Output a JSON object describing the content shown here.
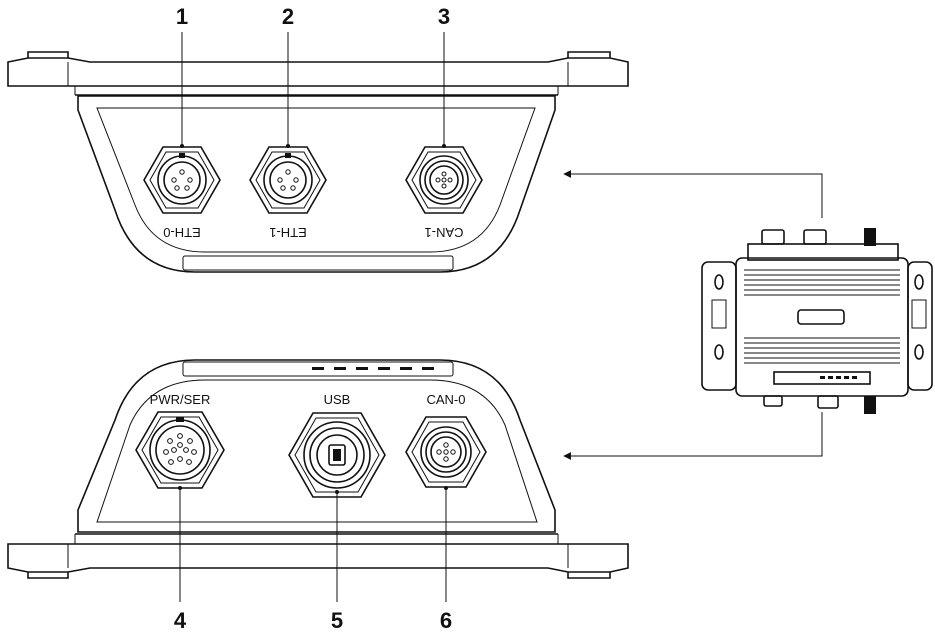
{
  "callouts": [
    "1",
    "2",
    "3",
    "4",
    "5",
    "6"
  ],
  "top_ports": [
    "ETH-0",
    "ETH-1",
    "CAN-1"
  ],
  "bottom_ports": [
    "PWR/SER",
    "USB",
    "CAN-0"
  ],
  "colors": {
    "line": "#111111",
    "background": "#ffffff"
  }
}
